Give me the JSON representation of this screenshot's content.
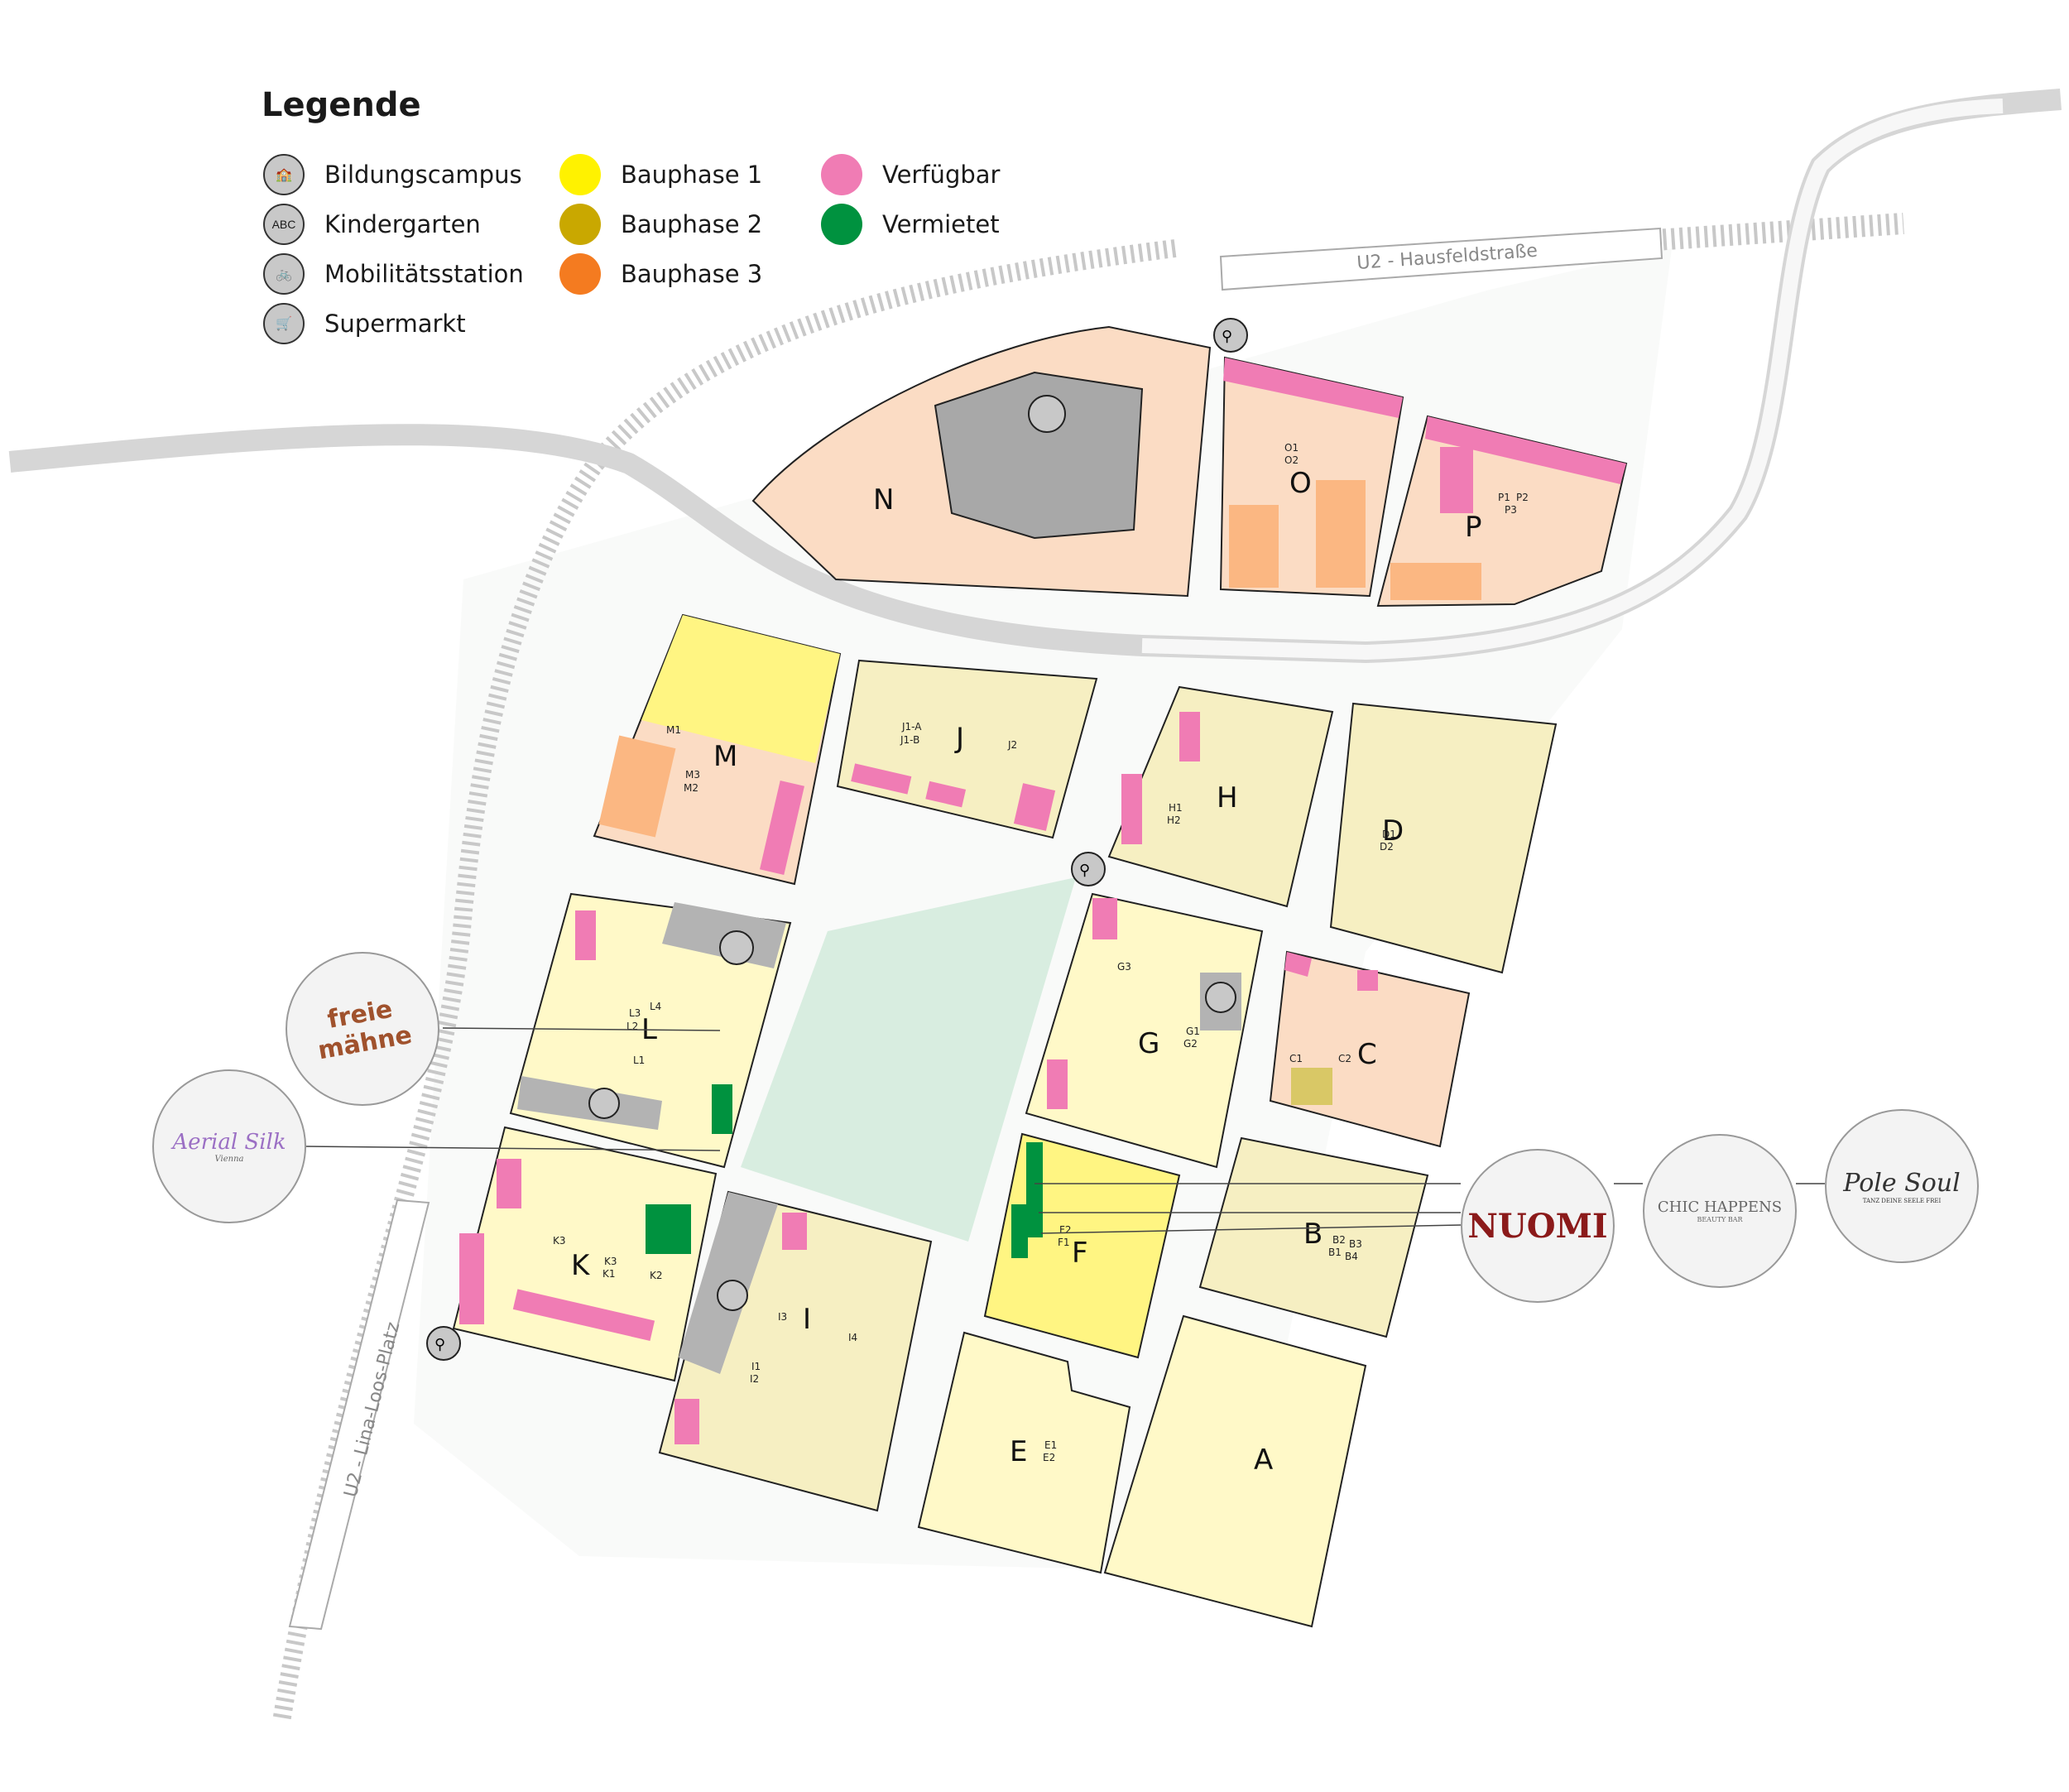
{
  "legend": {
    "title": "Legende",
    "icons": [
      {
        "label": "Bildungscampus",
        "icon": "school-icon"
      },
      {
        "label": "Kindergarten",
        "icon": "abc-blocks-icon"
      },
      {
        "label": "Mobilitätsstation",
        "icon": "bicycle-icon"
      },
      {
        "label": "Supermarkt",
        "icon": "cart-icon"
      }
    ],
    "phases": [
      {
        "label": "Bauphase 1",
        "color": "#fff200"
      },
      {
        "label": "Bauphase 2",
        "color": "#c9a800"
      },
      {
        "label": "Bauphase 3",
        "color": "#f47b20"
      }
    ],
    "status": [
      {
        "label": "Verfügbar",
        "color": "#f07cb4"
      },
      {
        "label": "Vermietet",
        "color": "#00923f"
      }
    ]
  },
  "stations": {
    "north": "U2 - Hausfeldstraße",
    "west": "U2 - Lina-Loos-Platz"
  },
  "lots": [
    "A",
    "B",
    "C",
    "D",
    "E",
    "F",
    "G",
    "H",
    "I",
    "J",
    "K",
    "L",
    "M",
    "N",
    "O",
    "P"
  ],
  "sublabels": {
    "m1": "M1",
    "m2": "M2",
    "m3": "M3",
    "j1a": "J1-A",
    "j1b": "J1-B",
    "j2": "J2",
    "h1": "H1",
    "h2": "H2",
    "d1": "D1",
    "d2": "D2",
    "g1": "G1",
    "g2": "G2",
    "g3": "G3",
    "l1": "L1",
    "l2": "L2",
    "l3": "L3",
    "l4": "L4",
    "c1": "C1",
    "c2": "C2",
    "k1": "K1",
    "k2": "K2",
    "k3a": "K3",
    "k3b": "K3",
    "f1": "F1",
    "f2": "F2",
    "b1": "B1",
    "b2": "B2",
    "b3": "B3",
    "b4": "B4",
    "i1": "I1",
    "i2": "I2",
    "i3": "I3",
    "i4": "I4",
    "e1": "E1",
    "e2": "E2",
    "o1": "O1",
    "o2": "O2",
    "p1": "P1",
    "p2": "P2",
    "p3": "P3"
  },
  "tenants": [
    {
      "name": "freie mähne",
      "color": "#a0522d"
    },
    {
      "name": "Aerial Silk",
      "sub": "Vienna",
      "color": "#9b6fc4"
    },
    {
      "name": "NUOMI",
      "color": "#8b1a1a"
    },
    {
      "name": "CHIC HAPPENS",
      "sub": "BEAUTY BAR",
      "color": "#666666"
    },
    {
      "name": "Pole Soul",
      "sub": "TANZ DEINE SEELE FREI",
      "color": "#333333"
    }
  ]
}
